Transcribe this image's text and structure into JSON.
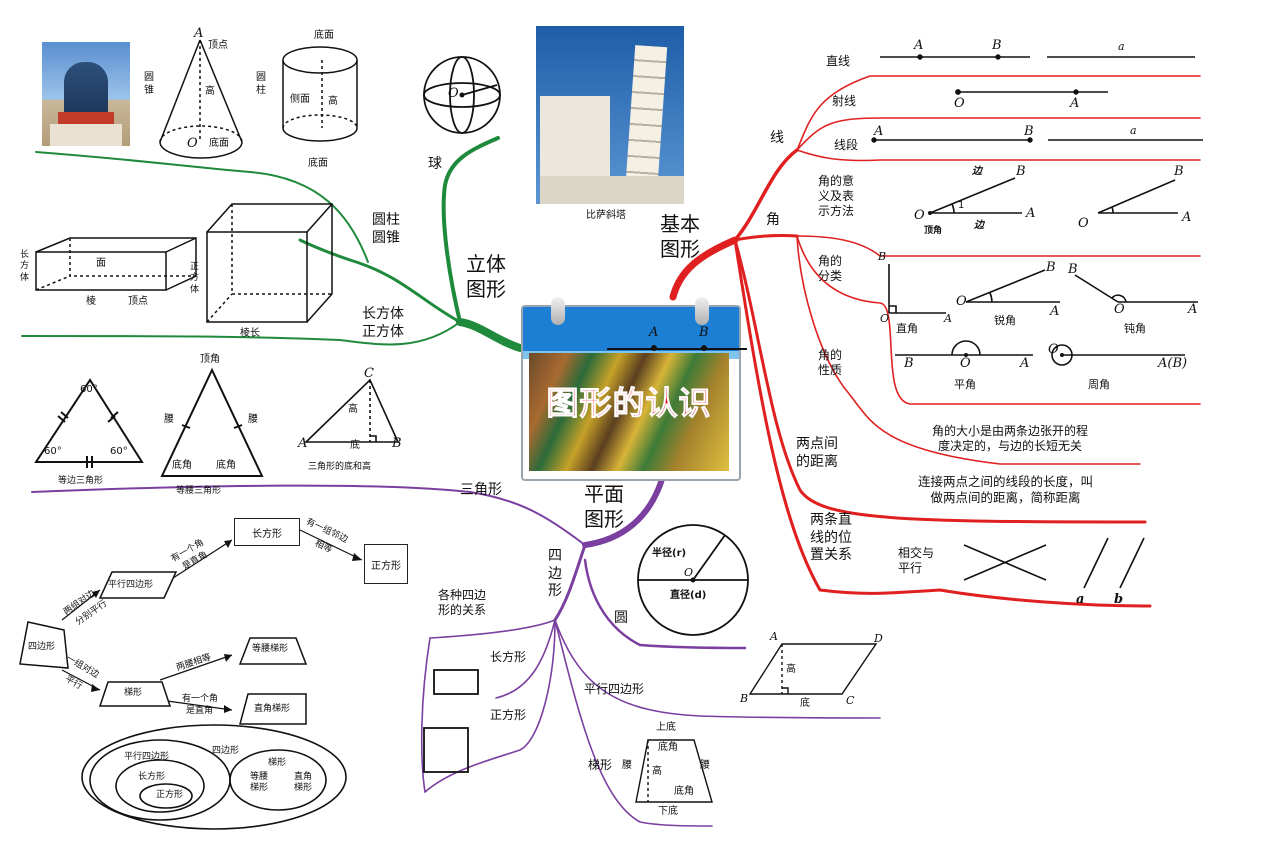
{
  "center": {
    "title": "图形的认识",
    "point_a": "A",
    "point_b": "B"
  },
  "branches": {
    "solid": "立体\n图形",
    "plane": "平面\n图形",
    "basic": "基本\n图形"
  },
  "solid": {
    "ball": "球",
    "cyl_cone": "圆柱\n圆锥",
    "cuboid_cube": "长方体\n正方体",
    "cone": {
      "side_label": "圆\n锥",
      "vertex": "顶点",
      "height": "高",
      "base": "底面",
      "point_a": "A",
      "point_o": "O"
    },
    "cylinder": {
      "side_label": "圆\n柱",
      "top": "底面",
      "side": "侧面",
      "height": "高",
      "bottom": "底面"
    },
    "sphere": {
      "center": "O"
    },
    "cuboid": {
      "side_label": "长\n方\n体",
      "face": "面",
      "edge": "棱",
      "vertex": "顶点"
    },
    "cube": {
      "side_label": "正\n方\n体",
      "edge_length": "棱长"
    },
    "pisa_caption": "比萨斜塔"
  },
  "triangles": {
    "branch": "三角形",
    "equilateral": {
      "caption": "等边三角形",
      "top": "60°",
      "left": "60°",
      "right": "60°"
    },
    "isosceles": {
      "caption": "等腰三角形",
      "apex": "顶角",
      "leg_left": "腰",
      "leg_right": "腰",
      "base_left": "底角",
      "base_right": "底角"
    },
    "right": {
      "caption": "三角形的底和高",
      "c": "C",
      "a": "A",
      "b": "B",
      "height": "高",
      "base": "底"
    }
  },
  "quad": {
    "branch": "四\n边\n形",
    "relations": "各种四边\n形的关系",
    "rectangle": "长方形",
    "square": "正方形",
    "parallelogram": "平行四边形",
    "trapezoid": "梯形",
    "flow": {
      "quad": "四边形",
      "parallelogram": "平行四边形",
      "rectangle": "长方形",
      "square": "正方形",
      "trapezoid": "梯形",
      "iso_trap": "等腰梯形",
      "right_trap": "直角梯形",
      "e1a": "两组对边",
      "e1b": "分别平行",
      "e2a": "有一个角",
      "e2b": "是直角",
      "e3a": "有一组邻边",
      "e3b": "相等",
      "e4a": "一组对边",
      "e4b": "平行",
      "e5": "两腰相等",
      "e6a": "有一个角",
      "e6b": "是直角"
    },
    "venn": {
      "quad": "四边形",
      "parallelogram": "平行四边形",
      "rectangle": "长方形",
      "square": "正方形",
      "trapezoid": "梯形",
      "iso": "等腰\n梯形",
      "right": "直角\n梯形"
    },
    "para_fig": {
      "a": "A",
      "b": "B",
      "c": "C",
      "d": "D",
      "height": "高",
      "base": "底"
    },
    "trap_fig": {
      "top": "上底",
      "top_angle": "底角",
      "leg_left": "腰",
      "leg_right": "腰",
      "height": "高",
      "bottom_angle": "底角",
      "bottom": "下底"
    }
  },
  "circle": {
    "branch": "圆",
    "radius": "半径(r)",
    "center": "O",
    "diameter": "直径(d)"
  },
  "basic": {
    "line_group": "线",
    "straight": "直线",
    "ray": "射线",
    "segment": "线段",
    "angle_group": "角",
    "angle_meaning": "角的意\n义及表\n示方法",
    "angle_class": "角的\n分类",
    "angle_prop": "角的\n性质",
    "distance": "两点间\n的距离",
    "two_lines": "两条直\n线的位\n置关系",
    "intersect": "相交与\n平行",
    "prop_text": "角的大小是由两条边张开的程\n度决定的，与边的长短无关",
    "distance_text": "连接两点之间的线段的长度，叫\n做两点间的距离，简称距离",
    "line_fig": {
      "a": "A",
      "b": "B",
      "lower_a": "a"
    },
    "ray_fig": {
      "o": "O",
      "a": "A"
    },
    "seg_fig": {
      "a": "A",
      "b": "B",
      "lower_a": "a"
    },
    "angle_fig": {
      "edge_top": "边",
      "b": "B",
      "one": "1",
      "o": "O",
      "a": "A",
      "vertex": "顶角",
      "edge_bottom": "边",
      "b2": "B",
      "o2": "O",
      "a2": "A"
    },
    "class_fig": {
      "right_b": "B",
      "right_o": "O",
      "right_a": "A",
      "right": "直角",
      "acute_b": "B",
      "acute_o": "O",
      "acute_a": "A",
      "acute": "锐角",
      "obtuse_b": "B",
      "obtuse_o": "O",
      "obtuse_a": "A",
      "obtuse": "钝角",
      "straight_b": "B",
      "straight_o": "O",
      "straight_a": "A",
      "straight": "平角",
      "full_o": "O",
      "full_ab": "A(B)",
      "full": "周角"
    },
    "parallel_a": "a",
    "parallel_b": "b"
  },
  "colors": {
    "green": "#1f8a3c",
    "red": "#e02020",
    "purple": "#7b3fa0",
    "title_red": "#e8101a"
  }
}
